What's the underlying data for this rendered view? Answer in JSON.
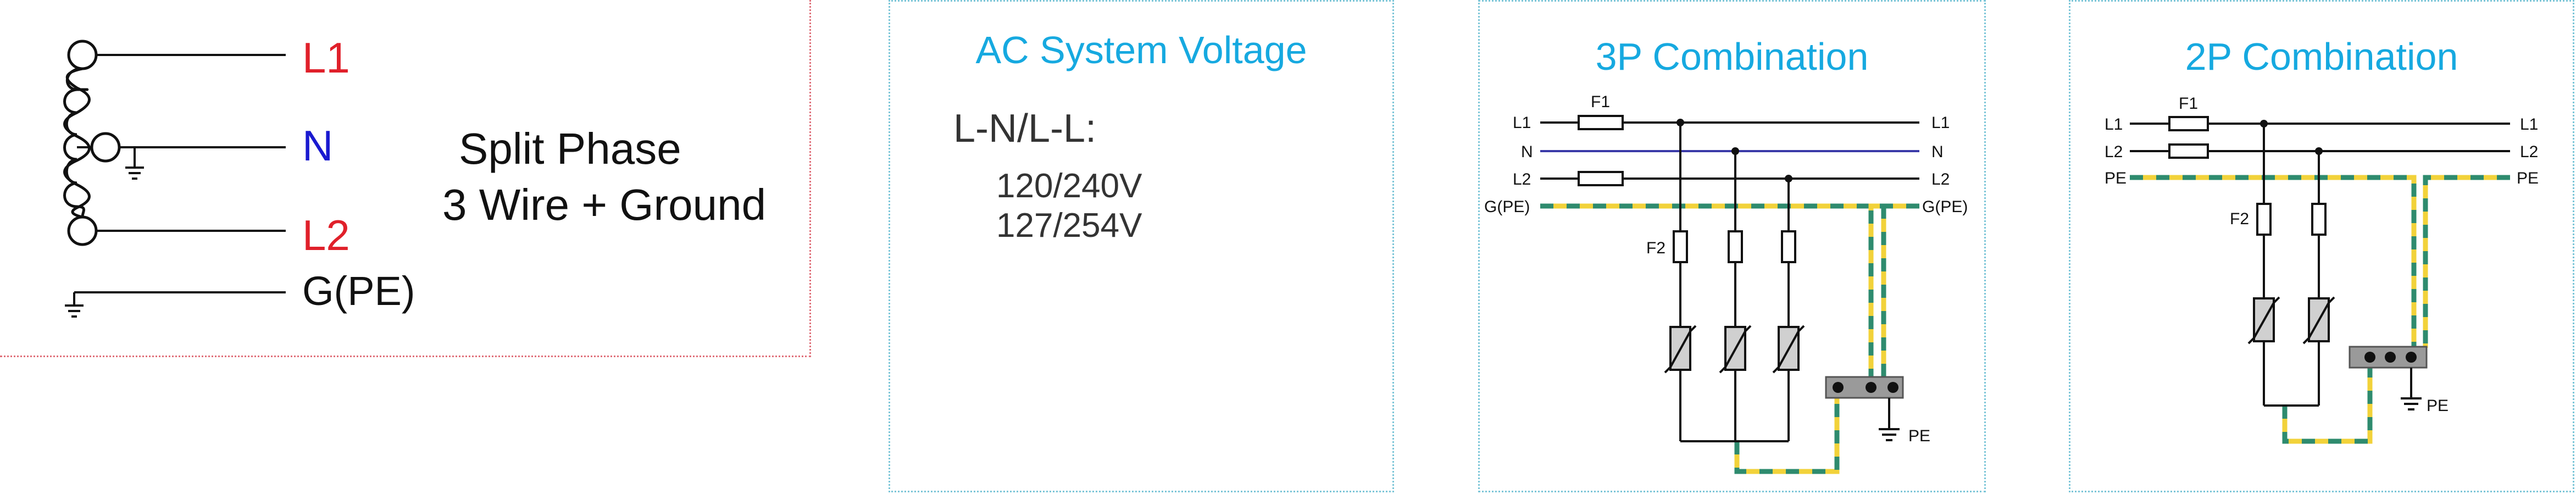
{
  "split_phase": {
    "labels": {
      "l1": "L1",
      "n": "N",
      "l2": "L2",
      "g": "G(PE)"
    },
    "title_line1": "Split Phase",
    "title_line2": "3 Wire + Ground",
    "colors": {
      "l1": "#e0202a",
      "n": "#1a1ad0",
      "l2": "#e0202a",
      "text": "#111111"
    }
  },
  "ac_voltage": {
    "title": "AC System Voltage",
    "heading": "L-N/L-L:",
    "values": [
      "120/240V",
      "127/254V"
    ]
  },
  "three_p": {
    "title": "3P Combination",
    "left_labels": {
      "l1": "L1",
      "n": "N",
      "l2": "L2",
      "g": "G(PE)"
    },
    "right_labels": {
      "l1": "L1",
      "n": "N",
      "l2": "L2",
      "g": "G(PE)"
    },
    "f1": "F1",
    "f2": "F2",
    "pe": "PE"
  },
  "two_p": {
    "title": "2P Combination",
    "left_labels": {
      "l1": "L1",
      "l2": "L2",
      "pe": "PE"
    },
    "right_labels": {
      "l1": "L1",
      "l2": "L2",
      "pe": "PE"
    },
    "f1": "F1",
    "f2": "F2",
    "pe": "PE"
  },
  "colors": {
    "title": "#16a9e0",
    "neutral_wire": "#3a3aa8",
    "ground_yellow": "#f2d23a",
    "ground_green": "#2e8b6e",
    "wire": "#111111",
    "component_fill": "#d0d0d0"
  }
}
